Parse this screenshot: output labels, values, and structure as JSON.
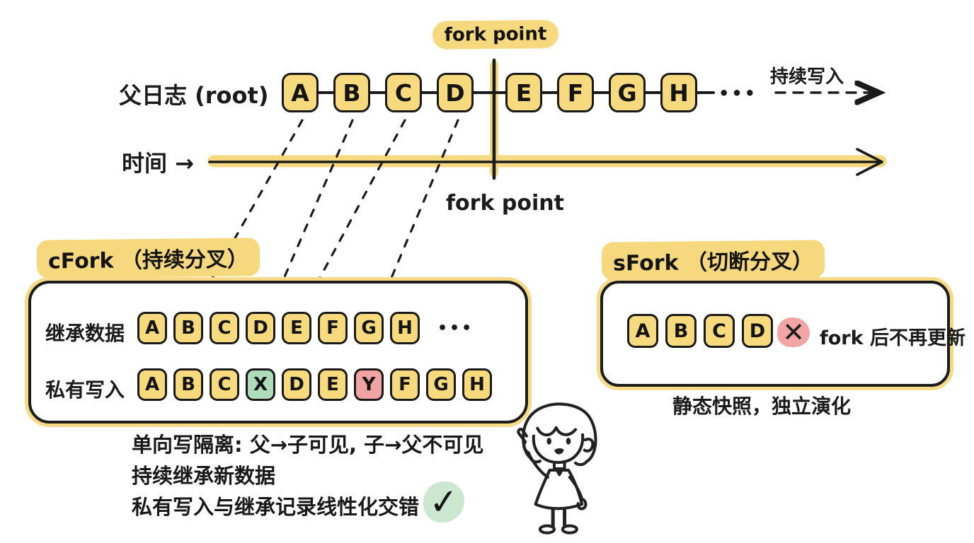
{
  "colors": {
    "ink": "#1b1b1b",
    "highlight_yellow": "#F6D87E",
    "cell_yellow": "#F7D97E",
    "cell_green": "#AEDBBA",
    "cell_pink": "#F1A3A3",
    "check_green": "#CBE7D0"
  },
  "top": {
    "fork_point_label": "fork point",
    "parent_log_label": "父日志 (root)",
    "parent_chain_left": [
      "A",
      "B",
      "C",
      "D"
    ],
    "parent_chain_right": [
      "E",
      "F",
      "G",
      "H"
    ],
    "ellipsis": "•••",
    "continuous_write_label": "持续写入",
    "time_label": "时间 →",
    "fork_point_caption": "fork point"
  },
  "cfork": {
    "title": "cFork （持续分叉）",
    "inherited_label": "继承数据",
    "inherited_chain": [
      "A",
      "B",
      "C",
      "D",
      "E",
      "F",
      "G",
      "H"
    ],
    "inherited_ellipsis": "•••",
    "private_label": "私有写入",
    "private_chain": [
      {
        "t": "A",
        "c": "yellow"
      },
      {
        "t": "B",
        "c": "yellow"
      },
      {
        "t": "C",
        "c": "yellow"
      },
      {
        "t": "X",
        "c": "green"
      },
      {
        "t": "D",
        "c": "yellow"
      },
      {
        "t": "E",
        "c": "yellow"
      },
      {
        "t": "Y",
        "c": "pink"
      },
      {
        "t": "F",
        "c": "yellow"
      },
      {
        "t": "G",
        "c": "yellow"
      },
      {
        "t": "H",
        "c": "yellow"
      }
    ]
  },
  "sfork": {
    "title": "sFork （切断分叉）",
    "chain": [
      "A",
      "B",
      "C",
      "D"
    ],
    "cross_glyph": "✕",
    "no_update_label": "fork 后不再更新",
    "caption": "静态快照，独立演化"
  },
  "notes": {
    "line1": "单向写隔离: 父→子可见, 子→父不可见",
    "line2": "持续继承新数据",
    "line3": "私有写入与继承记录线性化交错",
    "check_glyph": "✓"
  }
}
